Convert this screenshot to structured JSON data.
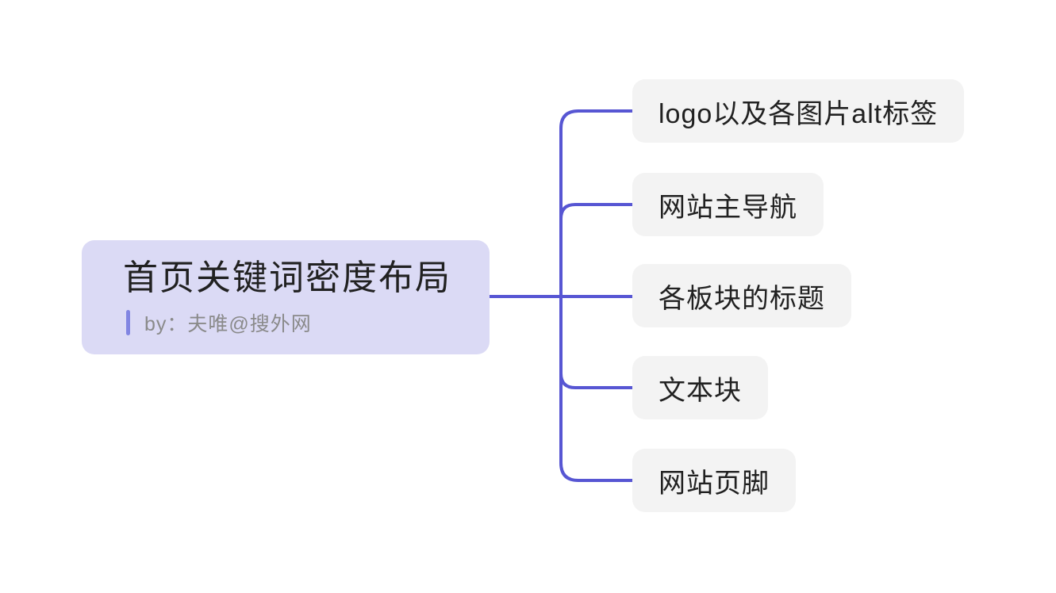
{
  "canvas": {
    "background_color": "#ffffff"
  },
  "root_node": {
    "title": "首页关键词密度布局",
    "byline": "by：夫唯@搜外网",
    "bg_color": "#dbdaf5",
    "title_color": "#212121",
    "byline_color": "#8a8a8a",
    "accent_bar_color": "#8185e2"
  },
  "branch_nodes": [
    {
      "label": "logo以及各图片alt标签"
    },
    {
      "label": "网站主导航"
    },
    {
      "label": "各板块的标题"
    },
    {
      "label": "文本块"
    },
    {
      "label": "网站页脚"
    }
  ],
  "connectors": {
    "color": "#5756d3",
    "stroke_width": "4"
  }
}
